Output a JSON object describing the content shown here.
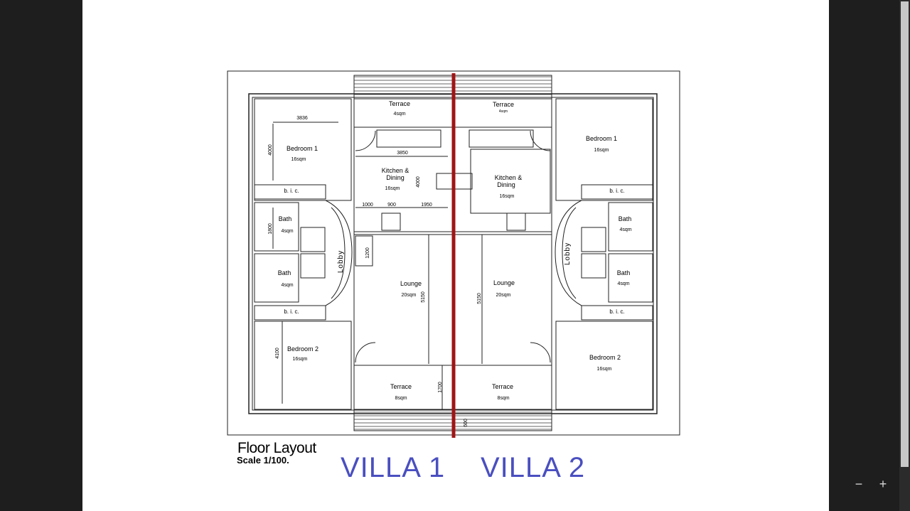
{
  "viewer": {
    "zoom_out_label": "−",
    "zoom_in_label": "+"
  },
  "plan": {
    "title": "Floor Layout",
    "scale": "Scale 1/100.",
    "villa_labels": [
      "VILLA 1",
      "VILLA 2"
    ],
    "divider_color": "#a01515",
    "label_color": "#4a4fc0",
    "villa1": {
      "terrace_top": {
        "name": "Terrace",
        "area": "4sqm"
      },
      "kitchen": {
        "name_line1": "Kitchen &",
        "name_line2": "Dining",
        "area": "16sqm"
      },
      "bedroom1": {
        "name": "Bedroom 1",
        "area": "16sqm"
      },
      "bath1": {
        "name": "Bath",
        "area": "4sqm"
      },
      "bath2": {
        "name": "Bath",
        "area": "4sqm"
      },
      "bedroom2": {
        "name": "Bedroom 2",
        "area": "16sqm"
      },
      "lobby": "Lobby",
      "lounge": {
        "name": "Lounge",
        "area": "20sqm"
      },
      "terrace_bottom": {
        "name": "Terrace",
        "area": "8sqm"
      },
      "bic_top": "b.  i.  c.",
      "bic_bottom": "b.  i.  c."
    },
    "villa2": {
      "terrace_top": {
        "name": "Terrace",
        "area": "4sqm"
      },
      "kitchen": {
        "name_line1": "Kitchen &",
        "name_line2": "Dining",
        "area": "16sqm"
      },
      "bedroom1": {
        "name": "Bedroom 1",
        "area": "16sqm"
      },
      "bath1": {
        "name": "Bath",
        "area": "4sqm"
      },
      "bath2": {
        "name": "Bath",
        "area": "4sqm"
      },
      "bedroom2": {
        "name": "Bedroom 2",
        "area": "16sqm"
      },
      "lobby": "Lobby",
      "lounge": {
        "name": "Lounge",
        "area": "20sqm"
      },
      "terrace_bottom": {
        "name": "Terrace",
        "area": "8sqm"
      },
      "bic_top": "b.  i.  c.",
      "bic_bottom": "b.  i.  c."
    },
    "dimensions": {
      "d3836": "3836",
      "d4000": "4000",
      "d3850": "3850",
      "d4000k": "4000",
      "d1000": "1000",
      "d900": "900",
      "d1950": "1950",
      "d1800": "1800",
      "d1200": "1200",
      "d5150a": "5150",
      "d5150b": "5150",
      "d4100": "4100",
      "d1700": "1700",
      "d600": "600"
    }
  }
}
